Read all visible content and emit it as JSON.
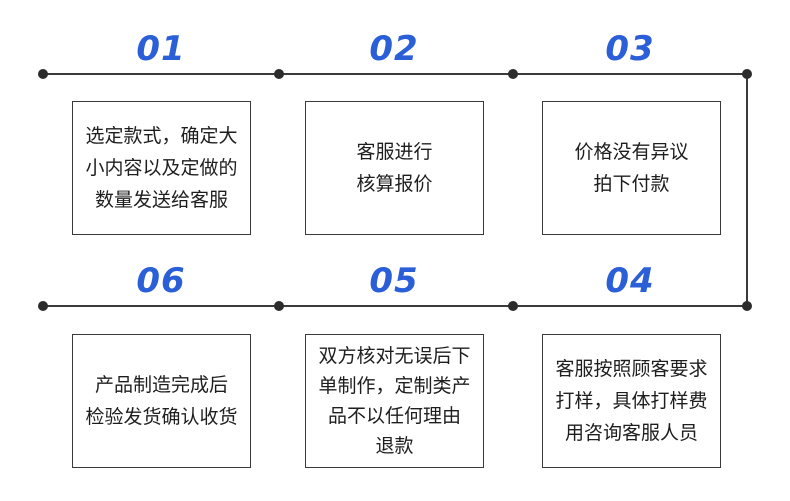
{
  "steps": [
    {
      "number": "01",
      "text": "选定款式，确定大\n小内容以及定做的\n数量发送给客服"
    },
    {
      "number": "02",
      "text": "客服进行\n核算报价"
    },
    {
      "number": "03",
      "text": "价格没有异议\n拍下付款"
    },
    {
      "number": "04",
      "text": "客服按照顾客要求\n打样，具体打样费\n用咨询客服人员"
    },
    {
      "number": "05",
      "text": "双方核对无误后下\n单制作，定制类产\n品不以任何理由\n退款"
    },
    {
      "number": "06",
      "text": "产品制造完成后\n检验发货确认收货"
    }
  ],
  "colors": {
    "accent": "#2a5fd8",
    "line": "#3a3a3a",
    "dot": "#2b2b2b"
  }
}
